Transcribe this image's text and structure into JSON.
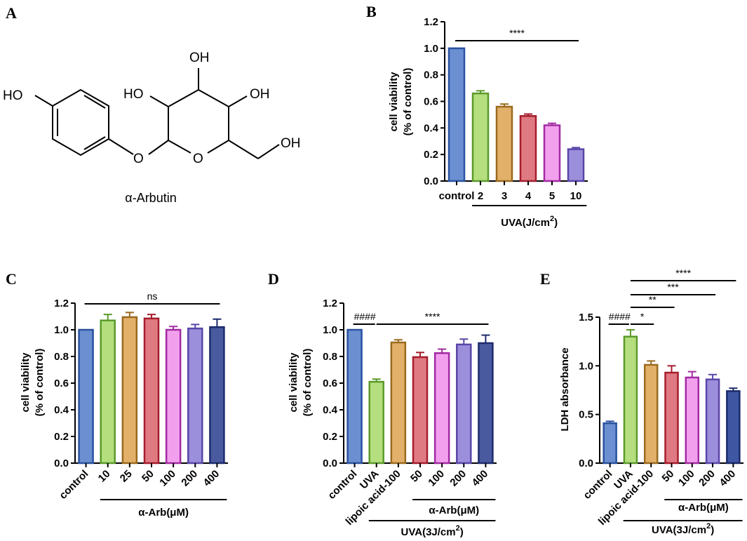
{
  "panel_a": {
    "letter": "A",
    "molecule_name": "α-Arbutin",
    "atoms": {
      "ho_phenol": "HO",
      "o_ether": "O",
      "o_ring": "O",
      "oh_top": "OH",
      "ho_left": "HO",
      "oh_right": "OH",
      "oh_ch2": "OH"
    }
  },
  "colors": {
    "blue": "#6b8fd0",
    "blue_edge": "#2a52a0",
    "green": "#b5df7f",
    "green_edge": "#5a9a2a",
    "orange": "#e3b06a",
    "orange_edge": "#9a6a1e",
    "red": "#e07a82",
    "red_edge": "#a51d2d",
    "pink": "#f2a0ee",
    "pink_edge": "#a22aa2",
    "purple": "#9b8fdc",
    "purple_edge": "#5a45a8",
    "navy": "#4a5a9e",
    "navy_edge": "#1e2b6e",
    "indigo": "#3f57a3",
    "indigo_edge": "#1b2a6b"
  },
  "chart_data": [
    {
      "panel": "B",
      "type": "bar",
      "ylabel": [
        "cell viability",
        "(% of control)"
      ],
      "ylim": [
        0,
        1.2
      ],
      "yticks": [
        "0.0",
        "0.2",
        "0.4",
        "0.6",
        "0.8",
        "1.0",
        "1.2"
      ],
      "categories": [
        "control",
        "2",
        "3",
        "4",
        "5",
        "10"
      ],
      "values": [
        1.0,
        0.66,
        0.56,
        0.49,
        0.42,
        0.24
      ],
      "errors": [
        0,
        0.02,
        0.02,
        0.015,
        0.015,
        0.012
      ],
      "colors": [
        "blue",
        "green",
        "orange",
        "red",
        "pink",
        "purple"
      ],
      "group_labels": [
        {
          "text": "UVA(J/cm",
          "sup": "2",
          "tail": ")",
          "from": 1,
          "to": 5
        }
      ],
      "significance": [
        {
          "text": "****",
          "from": 0,
          "to": 5
        }
      ],
      "tick_rotation": 0
    },
    {
      "panel": "C",
      "type": "bar",
      "ylabel": [
        "cell viability",
        "(% of control)"
      ],
      "ylim": [
        0,
        1.2
      ],
      "yticks": [
        "0.0",
        "0.2",
        "0.4",
        "0.6",
        "0.8",
        "1.0",
        "1.2"
      ],
      "categories": [
        "control",
        "10",
        "25",
        "50",
        "100",
        "200",
        "400"
      ],
      "values": [
        1.0,
        1.07,
        1.095,
        1.085,
        1.0,
        1.01,
        1.02
      ],
      "errors": [
        0,
        0.045,
        0.035,
        0.03,
        0.025,
        0.03,
        0.06
      ],
      "colors": [
        "blue",
        "green",
        "orange",
        "red",
        "pink",
        "purple",
        "navy"
      ],
      "group_labels": [
        {
          "text": "α-Arb(μM)",
          "from": 1,
          "to": 6
        }
      ],
      "significance": [
        {
          "text": "ns",
          "from": 0,
          "to": 6
        }
      ],
      "tick_rotation": -45
    },
    {
      "panel": "D",
      "type": "bar",
      "ylabel": [
        "cell viability",
        "(% of control)"
      ],
      "ylim": [
        0,
        1.2
      ],
      "yticks": [
        "0.0",
        "0.2",
        "0.4",
        "0.6",
        "0.8",
        "1.0",
        "1.2"
      ],
      "categories": [
        "control",
        "UVA",
        "lipoic acid-100",
        "50",
        "100",
        "200",
        "400"
      ],
      "values": [
        1.0,
        0.61,
        0.905,
        0.795,
        0.825,
        0.89,
        0.9
      ],
      "errors": [
        0,
        0.02,
        0.02,
        0.035,
        0.03,
        0.04,
        0.06
      ],
      "colors": [
        "blue",
        "green",
        "orange",
        "red",
        "pink",
        "purple",
        "navy"
      ],
      "group_labels": [
        {
          "text": "α-Arb(μM)",
          "from": 3,
          "to": 6
        },
        {
          "text": "UVA(3J/cm",
          "sup": "2",
          "tail": ")",
          "from": 1,
          "to": 6
        }
      ],
      "significance": [
        {
          "text": "####",
          "from": 0,
          "to": 1
        },
        {
          "text": "****",
          "from": 1,
          "to": 6
        }
      ],
      "tick_rotation": -45
    },
    {
      "panel": "E",
      "type": "bar",
      "ylabel": [
        "LDH absorbance"
      ],
      "ylim": [
        0,
        1.5
      ],
      "yticks": [
        "0.0",
        "0.5",
        "1.0",
        "1.5"
      ],
      "ytick_values": [
        0,
        0.5,
        1.0,
        1.5
      ],
      "categories": [
        "control",
        "UVA",
        "lipoic acid-100",
        "50",
        "100",
        "200",
        "400"
      ],
      "values": [
        0.41,
        1.3,
        1.01,
        0.93,
        0.88,
        0.86,
        0.74
      ],
      "errors": [
        0.02,
        0.07,
        0.04,
        0.07,
        0.06,
        0.05,
        0.03
      ],
      "colors": [
        "blue",
        "green",
        "orange",
        "red",
        "pink",
        "purple",
        "indigo"
      ],
      "group_labels": [
        {
          "text": "α-Arb(μM)",
          "from": 3,
          "to": 6
        },
        {
          "text": "UVA(3J/cm",
          "sup": "2",
          "tail": ")",
          "from": 1,
          "to": 6
        }
      ],
      "significance": [
        {
          "text": "####",
          "from": 0,
          "to": 1
        },
        {
          "text": "*",
          "from": 1,
          "to": 2
        },
        {
          "text": "**",
          "from": 1,
          "to": 3
        },
        {
          "text": "***",
          "from": 1,
          "to": 5
        },
        {
          "text": "****",
          "from": 1,
          "to": 6
        }
      ],
      "tick_rotation": -45
    }
  ]
}
